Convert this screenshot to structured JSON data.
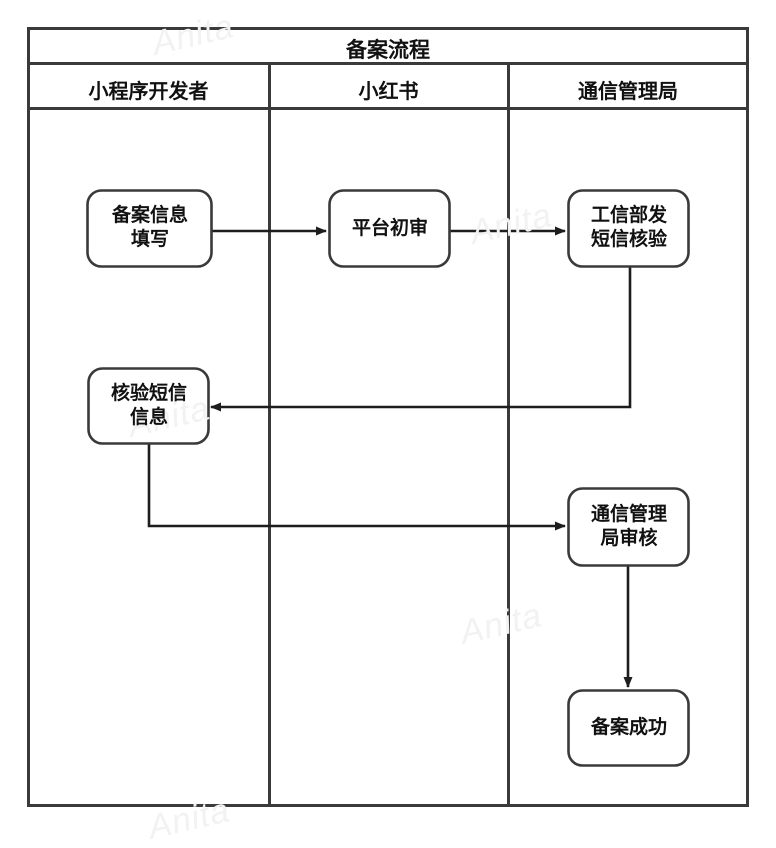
{
  "diagram": {
    "type": "swimlane-flowchart",
    "title": "备案流程",
    "lanes": [
      {
        "id": "lane-developer",
        "label": "小程序开发者"
      },
      {
        "id": "lane-xiaohongshu",
        "label": "小红书"
      },
      {
        "id": "lane-authority",
        "label": "通信管理局"
      }
    ],
    "nodes": [
      {
        "id": "node-1",
        "label": "备案信息填写",
        "line1": "备案信息",
        "line2": "填写",
        "lane": "lane-developer"
      },
      {
        "id": "node-2",
        "label": "平台初审",
        "line1": "平台初审",
        "line2": "",
        "lane": "lane-xiaohongshu"
      },
      {
        "id": "node-3",
        "label": "工信部发短信核验",
        "line1": "工信部发",
        "line2": "短信核验",
        "lane": "lane-authority"
      },
      {
        "id": "node-4",
        "label": "核验短信信息",
        "line1": "核验短信",
        "line2": "信息",
        "lane": "lane-developer"
      },
      {
        "id": "node-5",
        "label": "通信管理局审核",
        "line1": "通信管理",
        "line2": "局审核",
        "lane": "lane-authority"
      },
      {
        "id": "node-6",
        "label": "备案成功",
        "line1": "备案成功",
        "line2": "",
        "lane": "lane-authority"
      }
    ],
    "edges": [
      {
        "id": "edge-1",
        "from": "node-1",
        "to": "node-2",
        "label": ""
      },
      {
        "id": "edge-2",
        "from": "node-2",
        "to": "node-3",
        "label": ""
      },
      {
        "id": "edge-3",
        "from": "node-3",
        "to": "node-4",
        "label": ""
      },
      {
        "id": "edge-4",
        "from": "node-4",
        "to": "node-5",
        "label": ""
      },
      {
        "id": "edge-5",
        "from": "node-5",
        "to": "node-6",
        "label": ""
      }
    ],
    "watermark": "Anita",
    "colors": {
      "border": "#3a3a3a",
      "node_fill": "#ffffff",
      "text": "#111111",
      "watermark": "#f2f2f2",
      "background": "#ffffff"
    }
  }
}
